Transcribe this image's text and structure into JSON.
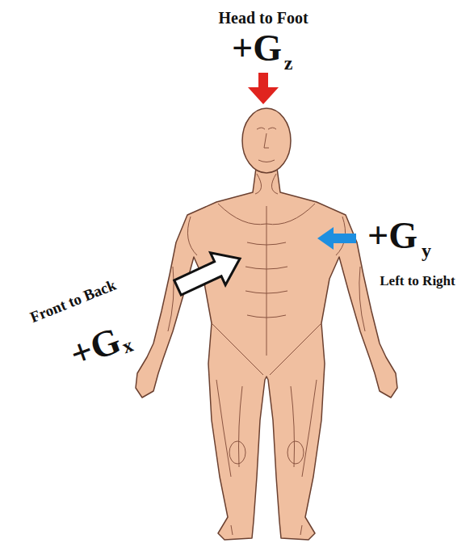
{
  "diagram": {
    "labels": [
      "Head to Foot",
      "+G",
      "z",
      "Front to Back",
      "+G",
      "x",
      "+G",
      "y",
      "Left to Right"
    ]
  }
}
